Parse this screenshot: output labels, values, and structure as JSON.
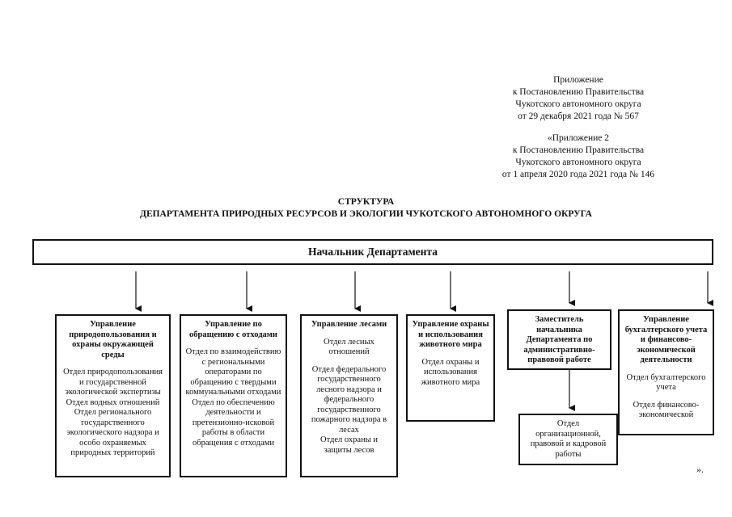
{
  "appendix_1": [
    "Приложение",
    "к Постановлению Правительства",
    "Чукотского автономного округа",
    "от  29 декабря 2021 года №  567"
  ],
  "appendix_2": [
    "«Приложение 2",
    "к Постановлению Правительства",
    "Чукотского автономного округа",
    "от 1 апреля 2020 года  2021 года №  146"
  ],
  "title_line_1": "СТРУКТУРА",
  "title_line_2": "ДЕПАРТАМЕНТА ПРИРОДНЫХ РЕСУРСОВ И ЭКОЛОГИИ ЧУКОТСКОГО АВТОНОМНОГО ОКРУГА",
  "head": "Начальник Департамента",
  "departments": [
    {
      "name": "Управление природопользования и охраны окружающей среды",
      "subs": [
        "Отдел природопользования и государственной экологической экспертизы",
        "Отдел водных отношений",
        "Отдел регионального государственного экологического надзора и особо охраняемых природных территорий"
      ]
    },
    {
      "name": "Управление по обращению с отходами",
      "subs": [
        "Отдел по взаимодействию с региональными операторами по обращению с твердыми коммунальными отходами",
        "Отдел по обеспечению деятельности и претензионно-исковой работы в области обращения с отходами"
      ]
    },
    {
      "name": "Управление лесами",
      "subs": [
        "Отдел лесных отношений",
        "Отдел федерального государственного лесного надзора и федерального государственного пожарного надзора в лесах",
        "Отдел охраны и защиты лесов"
      ]
    },
    {
      "name": "Управление охраны и использования животного мира",
      "subs": [
        "Отдел охраны и использования животного мира"
      ]
    },
    {
      "name": "Заместитель начальника Департамента по административно-правовой работе",
      "subs": []
    },
    {
      "name": "Управление бухгалтерского учета и финансово-экономической деятельности",
      "subs": [
        "Отдел бухгалтерского учета",
        "Отдел финансово-экономической"
      ]
    }
  ],
  "deputy_sub": "Отдел организационной, правовой и кадровой работы",
  "closing": "»."
}
